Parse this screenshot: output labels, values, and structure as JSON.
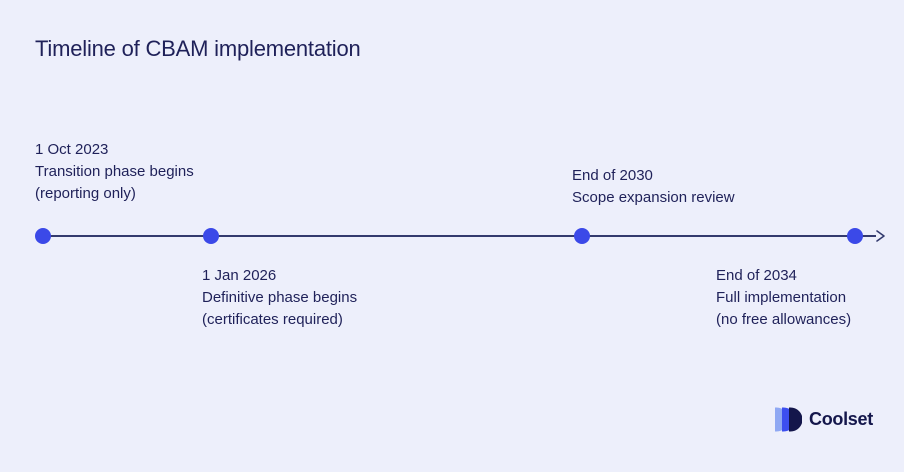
{
  "title": "Timeline of CBAM implementation",
  "colors": {
    "background": "#edeffb",
    "text": "#1f2159",
    "dot": "#3b49e8",
    "line": "#333a6e"
  },
  "timeline": {
    "direction": "left-to-right-arrow",
    "events": [
      {
        "date": "1 Oct 2023",
        "line1": "Transition phase begins",
        "line2": "(reporting only)",
        "label_position": "above"
      },
      {
        "date": "1 Jan 2026",
        "line1": "Definitive phase begins",
        "line2": "(certificates required)",
        "label_position": "below"
      },
      {
        "date": "End of 2030",
        "line1": "Scope expansion review",
        "label_position": "above"
      },
      {
        "date": "End of 2034",
        "line1": "Full implementation",
        "line2": "(no free allowances)",
        "label_position": "below"
      }
    ]
  },
  "logo": {
    "text": "Coolset",
    "mark_colors": [
      "#8fa8f3",
      "#3d4ff0",
      "#14164b"
    ],
    "text_color": "#14164b"
  }
}
